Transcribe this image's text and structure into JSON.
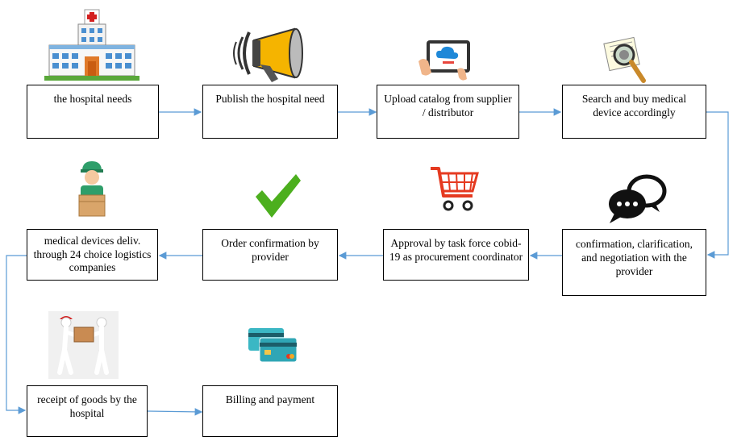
{
  "steps": {
    "s1": "the hospital needs",
    "s2": "Publish the hospital need",
    "s3": "Upload catalog from supplier / distributor",
    "s4": "Search and buy medical device accordingly",
    "s5": "confirmation, clarification, and negotiation with the provider",
    "s6": "Approval by task force cobid-19 as procurement coordinator",
    "s7": "Order confirmation by provider",
    "s8": "medical devices deliv. through 24 choice logistics companies",
    "s9": "receipt of goods by the hospital",
    "s10": "Billing and payment"
  },
  "icons": {
    "s1": "hospital-building-icon",
    "s2": "megaphone-icon",
    "s3": "tablet-cloud-upload-icon",
    "s4": "magnifier-document-icon",
    "s5": "speech-bubbles-icon",
    "s6": "shopping-cart-icon",
    "s7": "checkmark-icon",
    "s8": "courier-with-box-icon",
    "s9": "package-handover-icon",
    "s10": "credit-cards-icon"
  },
  "colors": {
    "arrow": "#5b9bd5",
    "check": "#4caf1e",
    "cart": "#e53a20"
  }
}
